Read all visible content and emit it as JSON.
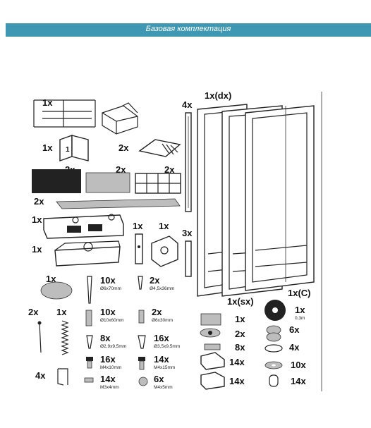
{
  "header": {
    "title": "Базовая комплектация"
  },
  "parts": {
    "box": {
      "qty": "1x"
    },
    "manual": {
      "qty": "1x"
    },
    "sheets": {
      "qty": "2x"
    },
    "filter_blk": {
      "qty": "2x"
    },
    "filter_gry": {
      "qty": "2x"
    },
    "frame_sm": {
      "qty": "2x"
    },
    "shelf": {
      "qty": "2x"
    },
    "fan_unit": {
      "qty": "1x"
    },
    "tray": {
      "qty": "1x"
    },
    "bracket1": {
      "qty": "1x"
    },
    "bracket2": {
      "qty": "1x"
    },
    "rails4": {
      "qty": "4x"
    },
    "rails3": {
      "qty": "3x"
    },
    "door_dx": {
      "qty": "1x(dx)"
    },
    "door_sx": {
      "qty": "1x(sx)"
    },
    "door_c": {
      "qty": "1x(C)"
    },
    "disc": {
      "qty": "1x"
    },
    "screw_6x70": {
      "qty": "10x",
      "size": "Ø6x70mm"
    },
    "screw_45x36": {
      "qty": "2x",
      "size": "Ø4,5x36mm"
    },
    "dowel_10": {
      "qty": "10x",
      "size": "Ø10x60mm"
    },
    "dowel_6": {
      "qty": "2x",
      "size": "Ø6x30mm"
    },
    "screw_29": {
      "qty": "8x",
      "size": "Ø2,9x9,5mm"
    },
    "screw_35": {
      "qty": "16x",
      "size": "Ø3,5x9,5mm"
    },
    "bolt_m4x10": {
      "qty": "16x",
      "size": "M4x10mm"
    },
    "bolt_m4x15": {
      "qty": "14x",
      "size": "M4x15mm"
    },
    "bolt_m3x4": {
      "qty": "14x",
      "size": "M3x4mm"
    },
    "nut_m4x5": {
      "qty": "6x",
      "size": "M4x5mm"
    },
    "hook": {
      "qty": "2x"
    },
    "spring": {
      "qty": "1x"
    },
    "clip": {
      "qty": "4x"
    },
    "hinge": {
      "qty": "1x"
    },
    "washer_set": {
      "qty": "2x"
    },
    "pin": {
      "qty": "8x"
    },
    "clamp": {
      "qty": "14x"
    },
    "clamp2": {
      "qty": "14x"
    },
    "tape": {
      "qty": "1x",
      "size": "0,3m"
    },
    "roller": {
      "qty": "6x"
    },
    "ring": {
      "qty": "4x"
    },
    "washer": {
      "qty": "10x"
    },
    "cap": {
      "qty": "14x"
    }
  }
}
